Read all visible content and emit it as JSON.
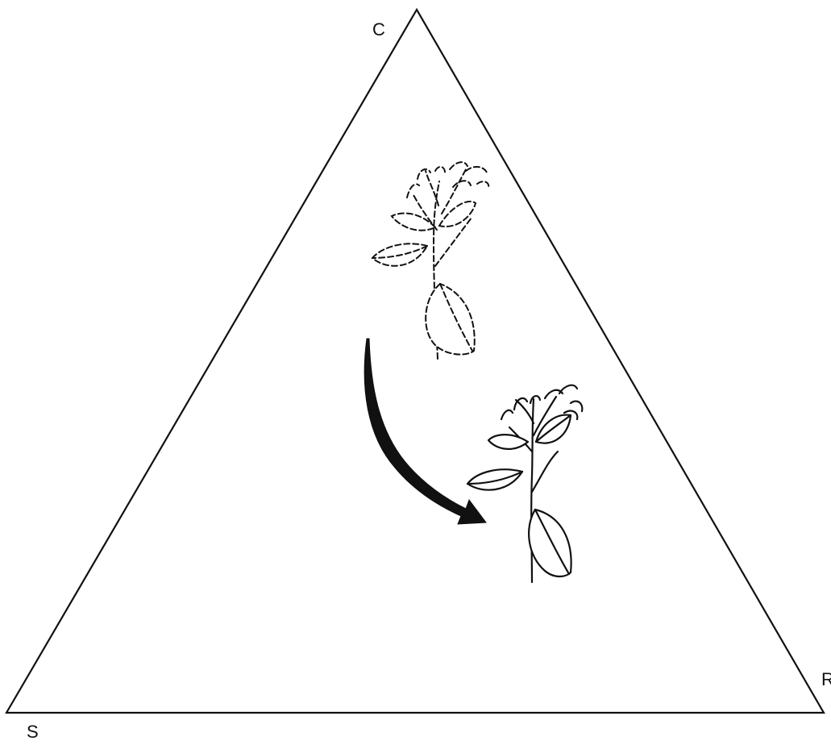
{
  "diagram": {
    "vertices": {
      "top": "C",
      "left": "S",
      "right": "R"
    },
    "illustrations": {
      "start_plant": "dashed-outline-plant-shoot",
      "end_plant": "solid-outline-plant-shoot",
      "arrow": "curved-arrow"
    },
    "colors": {
      "line": "#111111",
      "background": "#ffffff"
    }
  }
}
